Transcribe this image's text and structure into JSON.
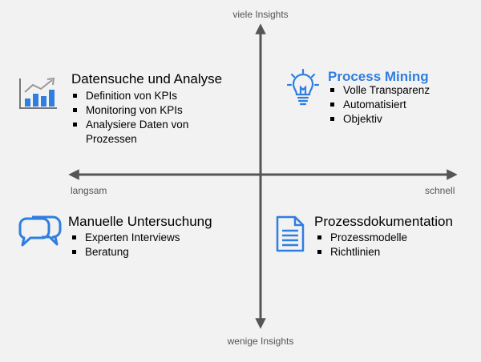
{
  "axes": {
    "top": "viele Insights",
    "bottom": "wenige Insights",
    "left": "langsam",
    "right": "schnell"
  },
  "quadrants": {
    "top_left": {
      "icon": "bar-chart-trend-icon",
      "title": "Datensuche und Analyse",
      "bullets": [
        "Definition von KPIs",
        "Monitoring von KPIs",
        "Analysiere Daten von Prozessen"
      ]
    },
    "top_right": {
      "icon": "lightbulb-icon",
      "title": "Process Mining",
      "bullets": [
        "Volle Transparenz",
        "Automatisiert",
        "Objektiv"
      ]
    },
    "bottom_left": {
      "icon": "chat-bubbles-icon",
      "title": "Manuelle Untersuchung",
      "bullets": [
        "Experten Interviews",
        "Beratung"
      ]
    },
    "bottom_right": {
      "icon": "document-icon",
      "title": "Prozessdokumentation",
      "bullets": [
        "Prozessmodelle",
        "Richtlinien"
      ]
    }
  },
  "colors": {
    "accent": "#2f7ee0",
    "axis": "#555555",
    "background": "#f2f2f2"
  }
}
